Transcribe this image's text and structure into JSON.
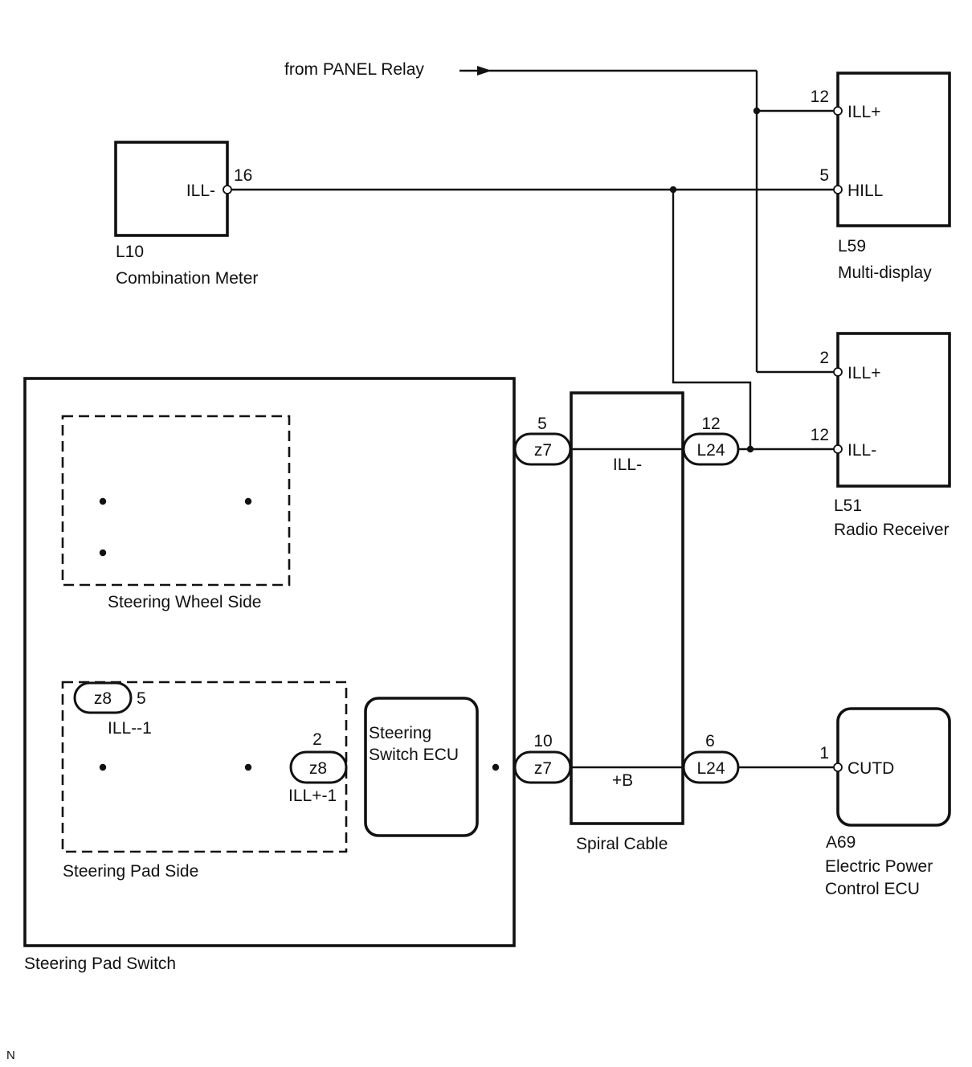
{
  "relay_source": "from PANEL Relay",
  "components": {
    "L10": {
      "id": "L10",
      "name": "Combination Meter",
      "terminal": "ILL-",
      "pin": "16"
    },
    "L59": {
      "id": "L59",
      "name": "Multi-display",
      "terminal1": "ILL+",
      "pin1": "12",
      "terminal2": "HILL",
      "pin2": "5"
    },
    "L51": {
      "id": "L51",
      "name": "Radio Receiver",
      "terminal1": "ILL+",
      "pin1": "2",
      "terminal2": "ILL-",
      "pin2": "12"
    },
    "A69": {
      "id": "A69",
      "name_line1": "Electric Power",
      "name_line2": "Control ECU",
      "terminal": "CUTD",
      "pin": "1"
    },
    "steering_pad_switch": {
      "label": "Steering Pad Switch"
    },
    "steering_wheel_side": {
      "label": "Steering Wheel Side"
    },
    "steering_pad_side": {
      "label": "Steering Pad Side"
    },
    "steering_switch_ecu": {
      "line1": "Steering",
      "line2": "Switch ECU"
    },
    "spiral_cable": {
      "label": "Spiral Cable",
      "wire_top": "ILL-",
      "wire_bottom": "+B"
    }
  },
  "connectors": {
    "z7_top": {
      "name": "z7",
      "pin": "5"
    },
    "z7_bottom": {
      "name": "z7",
      "pin": "10"
    },
    "L24_top": {
      "name": "L24",
      "pin": "12"
    },
    "L24_bottom": {
      "name": "L24",
      "pin": "6"
    },
    "z8_left": {
      "name": "z8",
      "pin": "5",
      "signal": "ILL--1"
    },
    "z8_right": {
      "name": "z8",
      "pin": "2",
      "signal": "ILL+-1"
    }
  },
  "corner_mark": "N"
}
